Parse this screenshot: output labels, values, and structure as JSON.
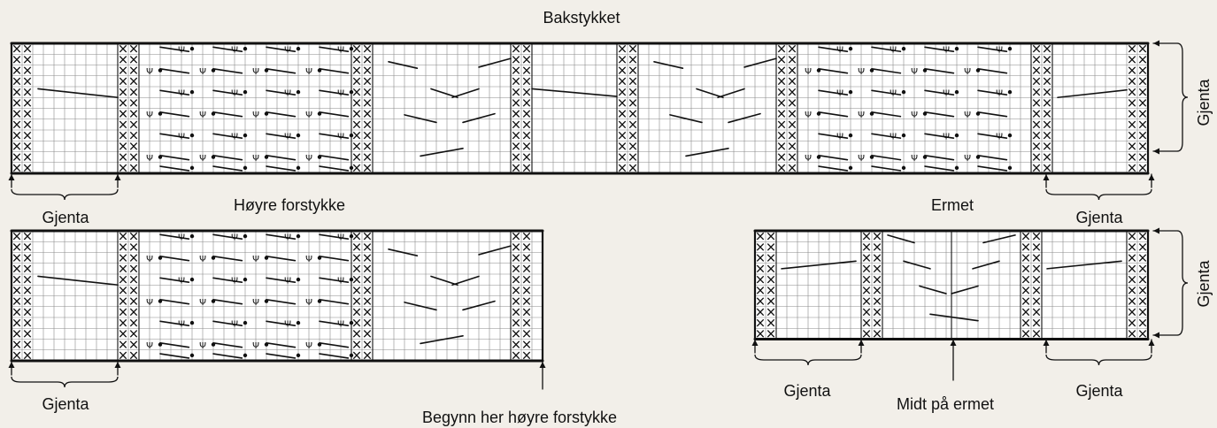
{
  "titles": {
    "back": "Bakstykket",
    "right_front": "Høyre forstykke",
    "sleeve": "Ermet"
  },
  "labels": {
    "repeat": "Gjenta",
    "start_right_front": "Begynn her høyre forstykke",
    "mid_sleeve": "Midt på ermet"
  },
  "colors": {
    "background": "#f2efe9",
    "chart_fill": "#ffffff",
    "grid": "#8a8a8a",
    "ink": "#111111"
  },
  "symbols": [
    "purl-cross",
    "bobble-dot",
    "yarn-over-y",
    "cable-stroke"
  ]
}
